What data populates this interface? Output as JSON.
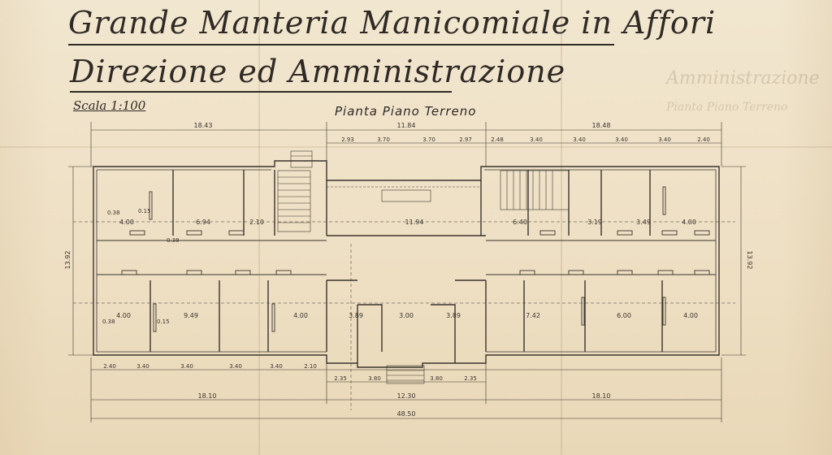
{
  "header": {
    "title_line1": "Grande Manteria Manicomiale in Affori",
    "title_line2": "Direzione ed Amministrazione",
    "scale": "Scala 1:100",
    "subtitle": "Pianta Piano Terreno"
  },
  "ghost_text": {
    "a": "Amministrazione",
    "b": "Pianta Piano Terreno"
  },
  "dimensions": {
    "top": [
      "18.43",
      "11.84",
      "18.48"
    ],
    "top_detail": [
      "2.93",
      "3.70",
      "3.70",
      "2.97",
      "2.48",
      "3.40",
      "3.40",
      "3.40",
      "3.40",
      "2.40"
    ],
    "bottom_detail": [
      "2.40",
      "3.40",
      "3.40",
      "3.40",
      "3.40",
      "2.10",
      "2.35",
      "3.80",
      "3.80",
      "2.35"
    ],
    "bottom": [
      "18.10",
      "12.30",
      "18.10"
    ],
    "overall": "48.50",
    "left": "13.92",
    "right": "13.92"
  },
  "room_labels": {
    "upper": [
      "4.00",
      "6.94",
      "2.10",
      "11.94",
      "6.40",
      "3.19",
      "3.49",
      "4.00"
    ],
    "lower": [
      "4.00",
      "9.49",
      "4.00",
      "3.89",
      "3.00",
      "3.89",
      "7.42",
      "6.00",
      "4.00"
    ],
    "small": [
      "0.38",
      "0.15",
      "0.38",
      "0.15",
      "0.38"
    ]
  }
}
